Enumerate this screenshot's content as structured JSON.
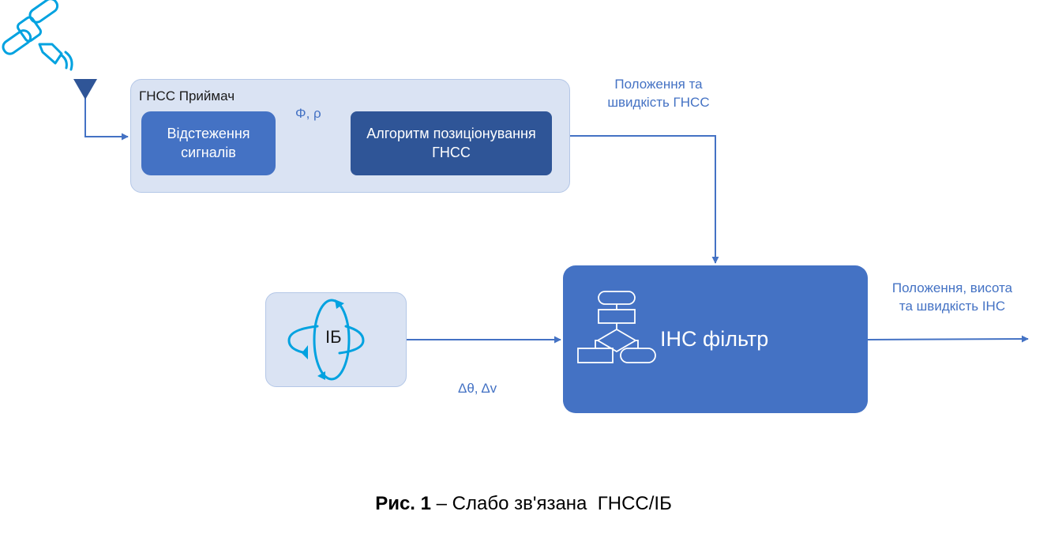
{
  "receiver": {
    "title": "ГНСС Приймач"
  },
  "tracking": {
    "label": "Відстеження сигналів"
  },
  "positioning": {
    "label": "Алгоритм позиціонування ГНСС"
  },
  "labels": {
    "phase_range": "Φ, ρ",
    "gnss_output_line1": "Положення та",
    "gnss_output_line2": "швидкість ГНСС",
    "imu_output": "Δθ, Δv",
    "ins_output_line1": "Положення, висота",
    "ins_output_line2": "та швидкість ІНС"
  },
  "imu": {
    "label": "ІБ"
  },
  "filter": {
    "label": "ІНС фільтр"
  },
  "caption": {
    "bold": "Рис. 1",
    "rest": " – Слабо зв'язана  ГНСС/ІБ"
  },
  "colors": {
    "accent": "#4472c4",
    "dark": "#2f5597",
    "panel": "#dae3f3",
    "line": "#4472c4"
  },
  "icons": {
    "satellite": "satellite-icon",
    "antenna": "antenna-icon",
    "imu": "imu-rotation-icon",
    "flowchart": "flowchart-icon"
  }
}
